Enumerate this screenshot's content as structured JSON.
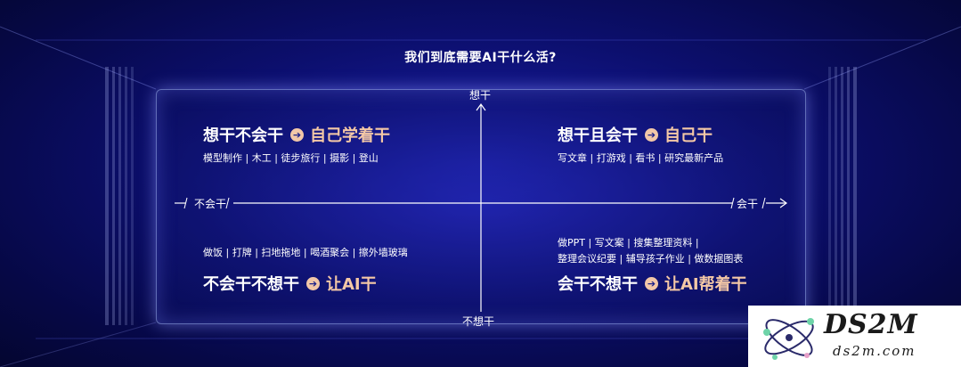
{
  "title": "我们到底需要AI干什么活?",
  "axes": {
    "top": "想干",
    "bottom": "不想干",
    "left": "不会干",
    "right": "会干"
  },
  "quadrants": {
    "top_left": {
      "heading": "想干不会干",
      "arrow": "➔",
      "target": "自己学着干",
      "items": "模型制作 | 木工 | 徒步旅行 | 摄影 | 登山"
    },
    "top_right": {
      "heading": "想干且会干",
      "arrow": "➔",
      "target": "自己干",
      "items": "写文章 | 打游戏 | 看书 | 研究最新产品"
    },
    "bottom_left": {
      "heading": "不会干不想干",
      "arrow": "➔",
      "target": "让AI干",
      "items": "做饭 | 打牌 | 扫地拖地 | 喝酒聚会 | 擦外墙玻璃"
    },
    "bottom_right": {
      "heading": "会干不想干",
      "arrow": "➔",
      "target": "让AI帮着干",
      "items_line1": "做PPT | 写文案 | 搜集整理资料 |",
      "items_line2": "整理会议纪要 | 辅导孩子作业 | 做数据图表"
    }
  },
  "watermark": {
    "main": "DS2M",
    "sub": "ds2m.com"
  },
  "colors": {
    "accent": "#f4c8a6",
    "background": "#0c0f6e"
  }
}
